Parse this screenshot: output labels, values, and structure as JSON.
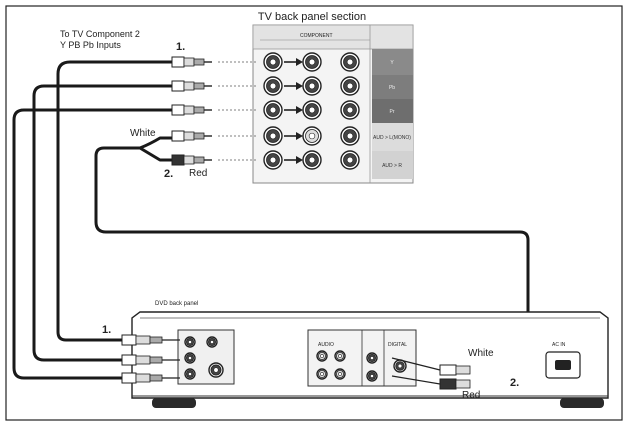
{
  "diagram": {
    "tv_panel_title": "TV back panel section",
    "tv_panel_header_1": "COMPONENT",
    "tv_panel_header_2": "",
    "component_caption_line1": "To TV Component 2",
    "component_caption_line2": "Y PB Pb Inputs",
    "step1_label": "1.",
    "step2_label": "2.",
    "white_label": "White",
    "red_label": "Red",
    "tv_side_labels": [
      "Y",
      "Pb",
      "Pr",
      "AUD > L(MONO)",
      "AUD > R"
    ],
    "dvd_panel_title": "DVD back panel",
    "dvd_step1_label": "1.",
    "dvd_step2_label": "2.",
    "dvd_white_label": "White",
    "dvd_red_label": "Red",
    "dvd_audio_label": "AUDIO",
    "dvd_digital_label": "DIGITAL",
    "dvd_ac_label": "AC IN"
  },
  "colors": {
    "line": "#1a1a1a",
    "panel": "#f2f2f2",
    "panel_grey": "#d4d4d4",
    "side_dark": "#8a8a8a",
    "side_mid": "#a7a7a7",
    "side_light": "#d8d8d8"
  }
}
